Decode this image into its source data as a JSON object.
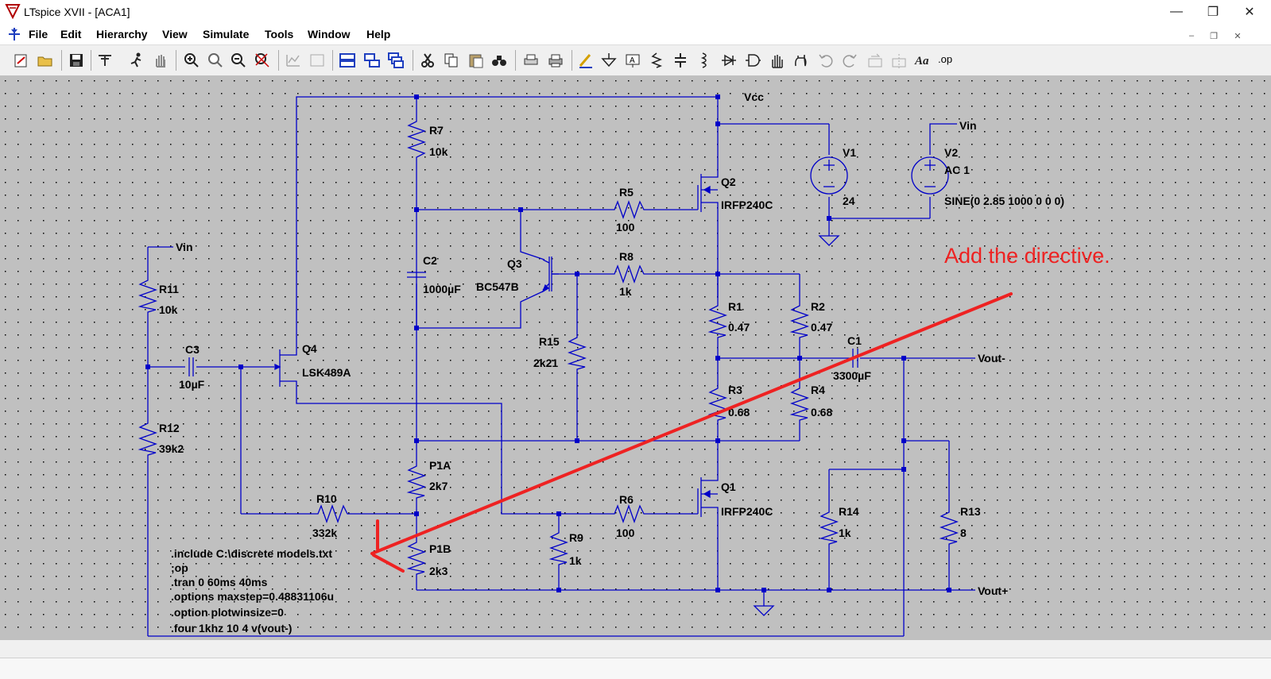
{
  "window": {
    "title": "LTspice XVII - [ACA1]"
  },
  "menu": [
    "File",
    "Edit",
    "Hierarchy",
    "View",
    "Simulate",
    "Tools",
    "Window",
    "Help"
  ],
  "toolbar_op": ".op",
  "schematic": {
    "labels": {
      "vcc": "Vcc",
      "vin_top": "Vin",
      "vin_left": "Vin",
      "vout_minus": "Vout-",
      "vout_plus": "Vout+"
    },
    "components": [
      {
        "id": "r7",
        "name": "R7",
        "value": "10k"
      },
      {
        "id": "r5",
        "name": "R5",
        "value": "100"
      },
      {
        "id": "q2",
        "name": "Q2",
        "value": "IRFP240C"
      },
      {
        "id": "v1",
        "name": "V1",
        "value": "24"
      },
      {
        "id": "v2",
        "name": "V2",
        "value": "AC 1",
        "value2": "SINE(0 2.85 1000 0 0 0)"
      },
      {
        "id": "r11",
        "name": "R11",
        "value": "10k"
      },
      {
        "id": "c2",
        "name": "C2",
        "value": "1000µF"
      },
      {
        "id": "q3",
        "name": "Q3",
        "value": "BC547B"
      },
      {
        "id": "r8",
        "name": "R8",
        "value": "1k"
      },
      {
        "id": "r1",
        "name": "R1",
        "value": "0.47"
      },
      {
        "id": "r2",
        "name": "R2",
        "value": "0.47"
      },
      {
        "id": "c3",
        "name": "C3",
        "value": "10µF"
      },
      {
        "id": "q4",
        "name": "Q4",
        "value": "LSK489A"
      },
      {
        "id": "r15",
        "name": "R15",
        "value": "2k21"
      },
      {
        "id": "c1",
        "name": "C1",
        "value": "3300µF"
      },
      {
        "id": "r3",
        "name": "R3",
        "value": "0.68"
      },
      {
        "id": "r4",
        "name": "R4",
        "value": "0.68"
      },
      {
        "id": "r12",
        "name": "R12",
        "value": "39k2"
      },
      {
        "id": "p1a",
        "name": "P1A",
        "value": "2k7"
      },
      {
        "id": "q1",
        "name": "Q1",
        "value": "IRFP240C"
      },
      {
        "id": "r10",
        "name": "R10",
        "value": "332k"
      },
      {
        "id": "r6",
        "name": "R6",
        "value": "100"
      },
      {
        "id": "r14",
        "name": "R14",
        "value": "1k"
      },
      {
        "id": "r13",
        "name": "R13",
        "value": "8"
      },
      {
        "id": "p1b",
        "name": "P1B",
        "value": "2k3"
      },
      {
        "id": "r9",
        "name": "R9",
        "value": "1k"
      }
    ],
    "directives": [
      ".include C:\\discrete models.txt",
      ";op",
      ".tran 0 60ms 40ms",
      ".options maxstep=0.48831106u",
      ".option plotwinsize=0",
      ".four 1khz 10 4 v(vout-)"
    ],
    "annotation": "Add the directive.",
    "colors": {
      "wire": "#0000c8",
      "background": "#c0c0c0",
      "annotation": "#ee2222",
      "text": "#000000"
    }
  }
}
